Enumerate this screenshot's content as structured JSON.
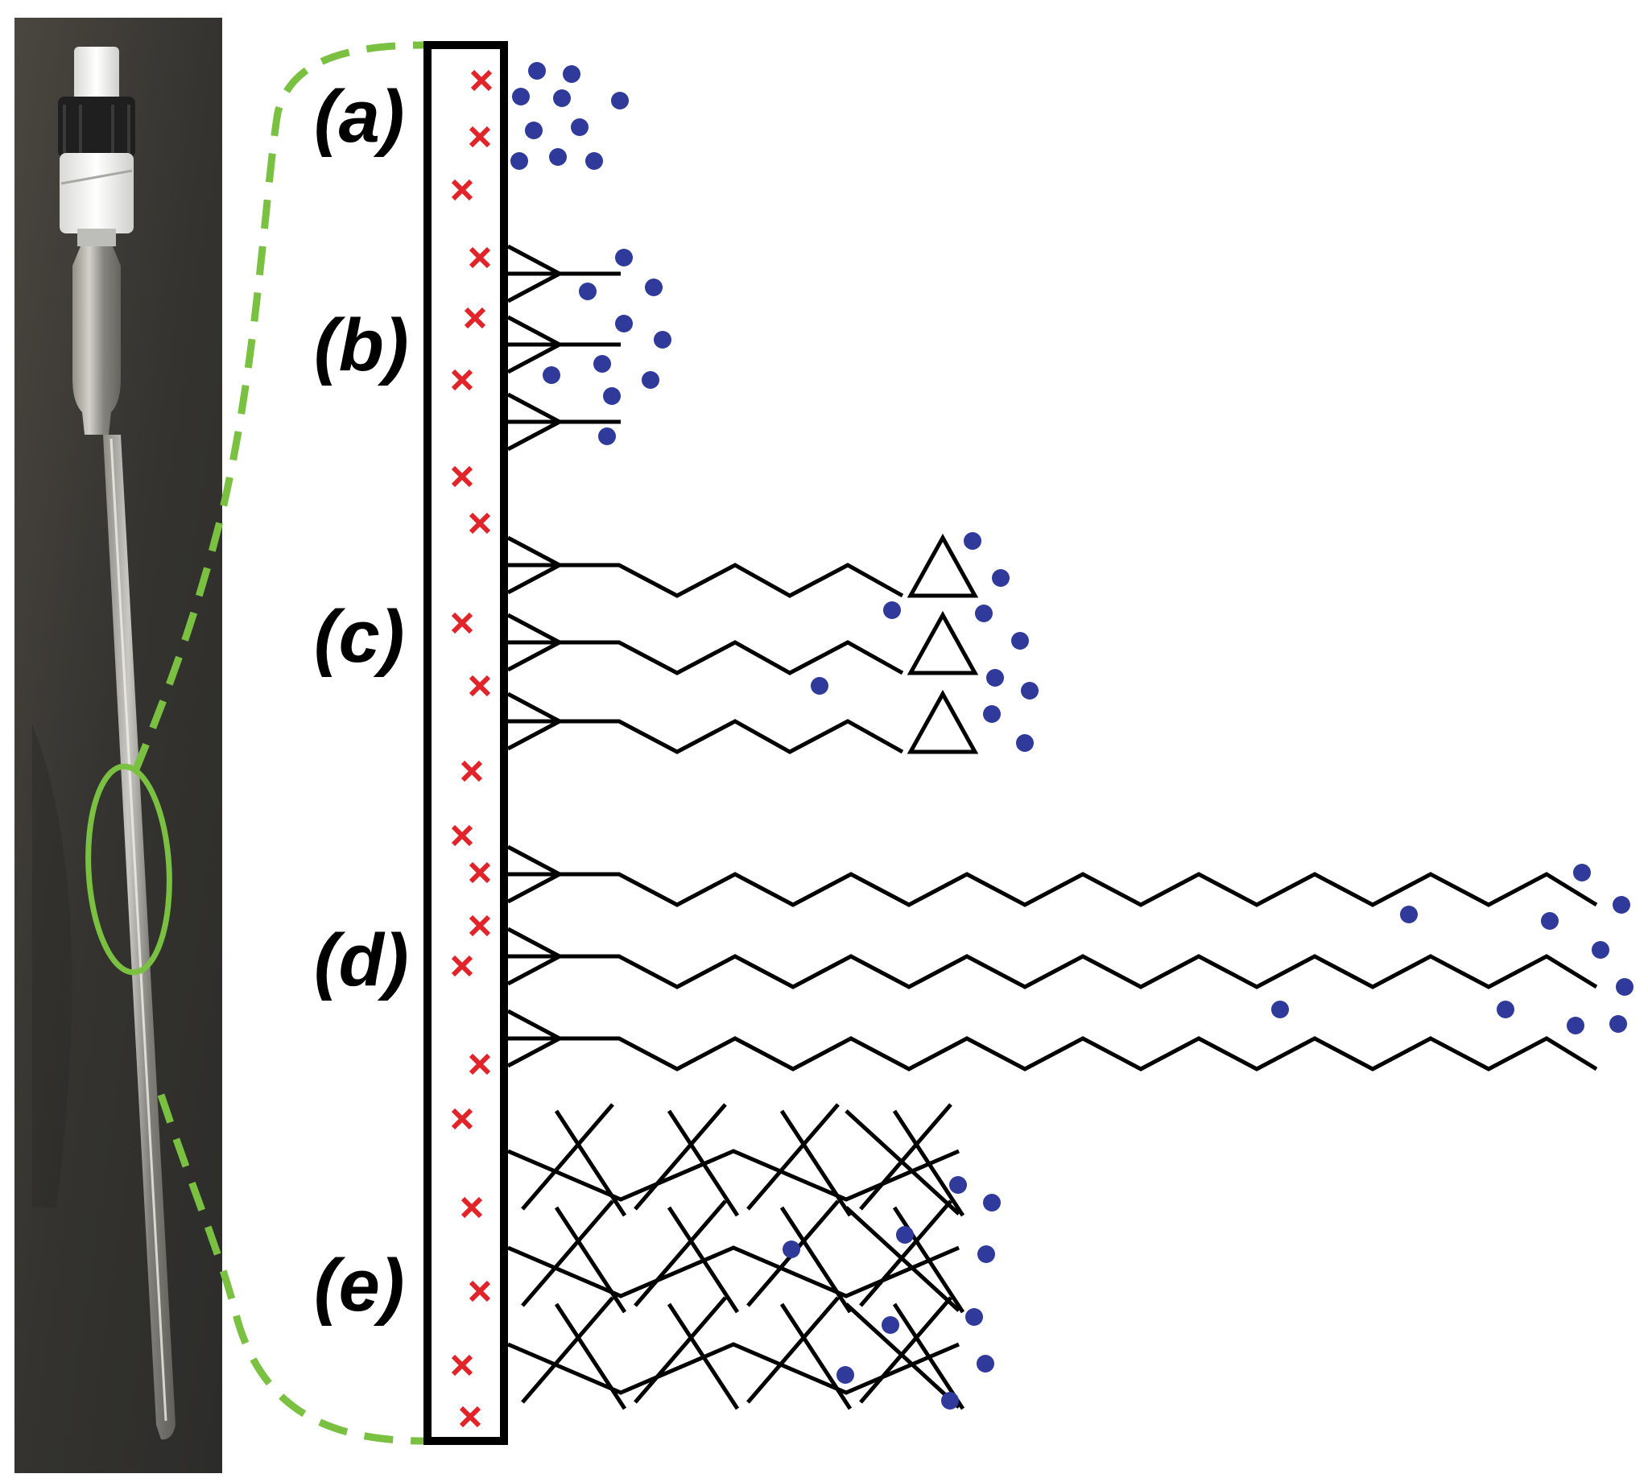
{
  "panels": [
    {
      "id": "a",
      "label": "(a)",
      "ligand": "none"
    },
    {
      "id": "b",
      "label": "(b)",
      "ligand": "short-chain"
    },
    {
      "id": "c",
      "label": "(c)",
      "ligand": "mid-chain-terminal-group"
    },
    {
      "id": "d",
      "label": "(d)",
      "ligand": "long-chain"
    },
    {
      "id": "e",
      "label": "(e)",
      "ligand": "cross-linked"
    }
  ],
  "legend": {
    "silanol_marker": "red-cross",
    "analyte_marker": "blue-dot"
  },
  "colors": {
    "callout": "#7ac142",
    "silanol": "#e0242a",
    "analyte": "#2f3a9a",
    "ligand": "#000000",
    "capillary_frame": "#000000",
    "photo_background": "#3b3a37"
  },
  "photo": {
    "subject": "glass capillary column with white and black fitting",
    "highlight": "green ellipse around coated section"
  }
}
